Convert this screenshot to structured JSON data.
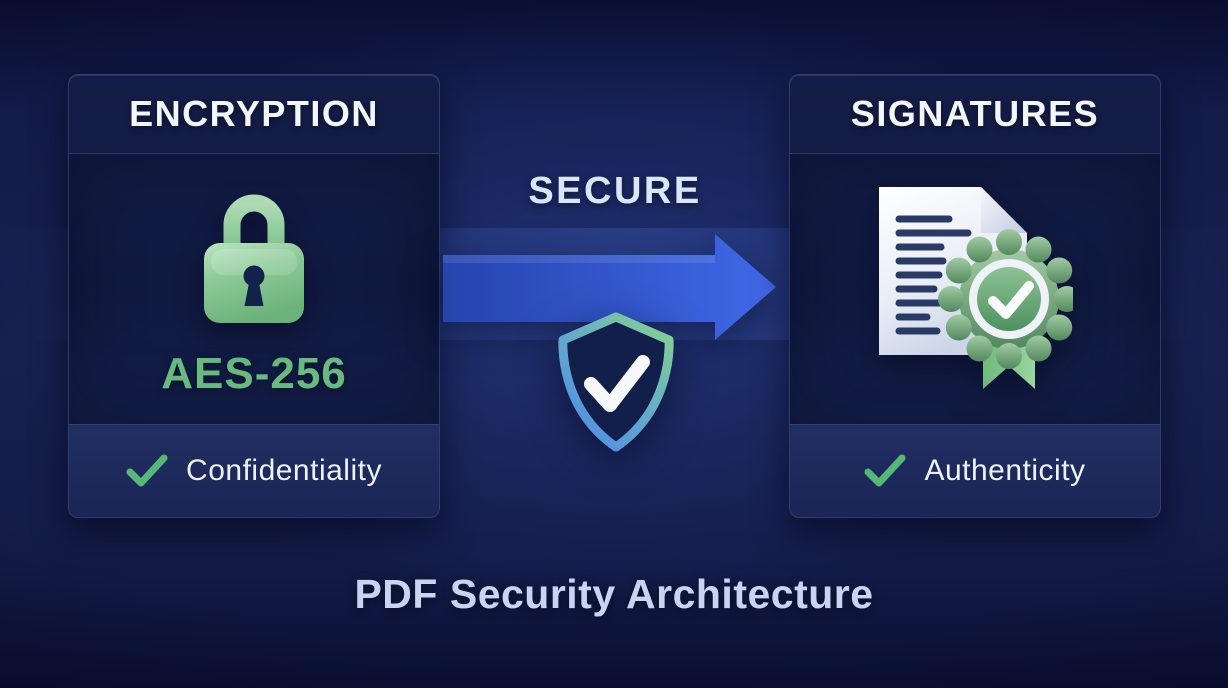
{
  "title": "PDF Security Architecture",
  "flow": {
    "label": "SECURE",
    "arrow_icon": "right-arrow-icon",
    "shield_icon": "shield-check-icon"
  },
  "panels": {
    "encryption": {
      "header": "ENCRYPTION",
      "icon": "padlock-icon",
      "algorithm": "AES-256",
      "benefit": "Confidentiality",
      "benefit_icon": "check-icon"
    },
    "signatures": {
      "header": "SIGNATURES",
      "icon": "certificate-icon",
      "benefit": "Authenticity",
      "benefit_icon": "check-icon"
    }
  },
  "colors": {
    "background_navy": "#131b47",
    "panel_navy": "#121b42",
    "accent_green": "#68ba81",
    "lock_green": "#8cc997",
    "arrow_blue": "#3a63e0",
    "heading_text": "#f3f6fd",
    "title_text": "#c9d4f1",
    "check_green": "#55b877"
  }
}
